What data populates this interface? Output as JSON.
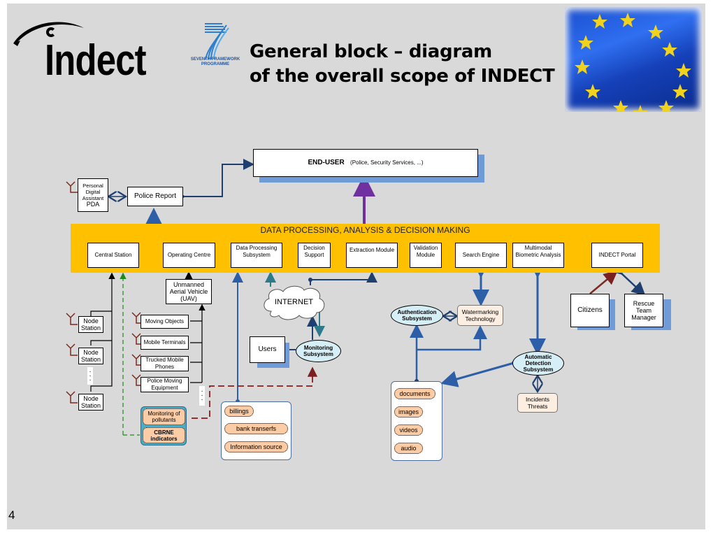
{
  "header": {
    "logo_text": "Indect",
    "fp7_logo": {
      "digit": "7",
      "line1": "SEVENTH FRAMEWORK",
      "line2": "PROGRAMME"
    },
    "title_line1": "General block – diagram",
    "title_line2": "of the overall scope of INDECT",
    "flag_image": "eu-flag-image"
  },
  "end_user": {
    "label": "END-USER",
    "sublabel": "(Police, Security Services, ...)"
  },
  "top_left": {
    "pda": [
      "Personal",
      "Digital",
      "Assistant",
      "PDA"
    ],
    "police_report": "Police Report"
  },
  "processing_bar": {
    "title": "DATA PROCESSING, ANALYSIS & DECISION MAKING",
    "modules": [
      "Central Station",
      "Operating Centre",
      "Data Processing Subsystem",
      "Decision Support",
      "Extraction Module",
      "Validation Module",
      "Search Engine",
      "Multimodal Biometric Analysis",
      "INDECT Portal"
    ]
  },
  "left_nodes": {
    "node_station": "Node Station",
    "node_station_2": "Node Station",
    "node_station_3": "Node Station"
  },
  "uav": {
    "label": "Unmanned Aerial Vehicle (UAV)",
    "sources": [
      "Moving Objects",
      "Mobile Terminals",
      "Trucked Mobile Phones",
      "Police Moving Equipment"
    ]
  },
  "cbrne": {
    "monitoring": "Monitoring of pollutants",
    "indicators": "CBRNE indicators"
  },
  "info_sources": [
    "billings",
    "bank transerfs",
    "Information source"
  ],
  "internet": {
    "label": "INTERNET",
    "users": "Users",
    "monitoring": "Monitoring Subsystem"
  },
  "auth": {
    "authentication": "Authentication Subsystem",
    "watermarking": "Watermarking Technology"
  },
  "media": [
    "documents",
    "images",
    "videos",
    "audio"
  ],
  "detection": {
    "automatic": "Automatic Detection Subsystem",
    "incidents": "Incidents Threats"
  },
  "portal_users": {
    "citizens": "Citizens",
    "rescue": "Rescue Team Manager"
  },
  "footer": {
    "page_number": "4"
  }
}
